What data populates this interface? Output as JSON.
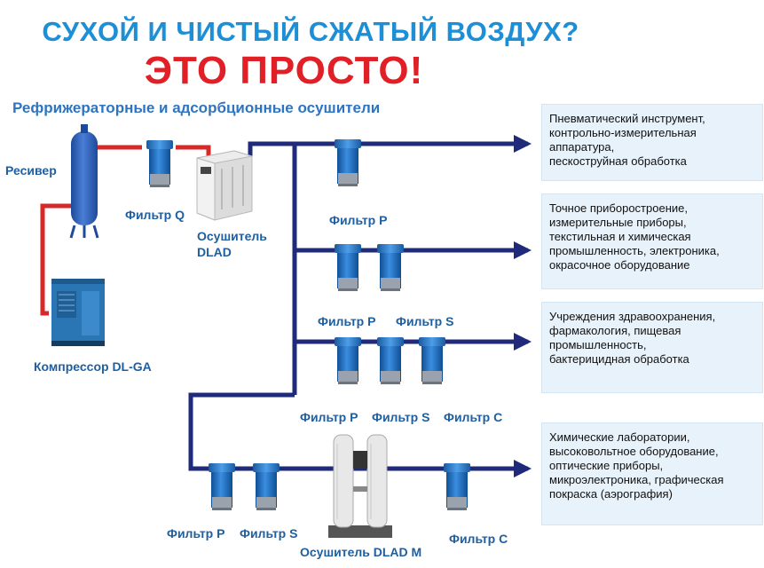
{
  "header": {
    "title_main": "СУХОЙ И ЧИСТЫЙ СЖАТЫЙ ВОЗДУХ?",
    "title_accent": "ЭТО ПРОСТО!",
    "subtitle": "Рефрижераторные и адсорбционные осушители"
  },
  "equipment": {
    "receiver": "Ресивер",
    "compressor": "Компрессор DL-GA",
    "filter_q": "Фильтр Q",
    "dryer_dlad_line1": "Осушитель",
    "dryer_dlad_line2": "DLAD",
    "dryer_dladm": "Осушитель  DLAD M"
  },
  "branch1": {
    "filters": [
      "Фильтр P"
    ]
  },
  "branch2": {
    "filters": [
      "Фильтр P",
      "Фильтр S"
    ]
  },
  "branch3": {
    "filters": [
      "Фильтр P",
      "Фильтр S",
      "Фильтр C"
    ]
  },
  "branch4": {
    "filters": [
      "Фильтр P",
      "Фильтр S",
      "Фильтр C"
    ]
  },
  "applications": [
    {
      "lines": [
        "Пневматический инструмент,",
        "контрольно-измерительная",
        "аппаратура,",
        "пескоструйная обработка"
      ]
    },
    {
      "lines": [
        "Точное приборостроение,",
        "измерительные приборы,",
        "текстильная и химическая",
        "промышленность, электроника,",
        "окрасочное оборудование"
      ]
    },
    {
      "lines": [
        "Учреждения здравоохранения,",
        "фармакология, пищевая",
        "промышленность,",
        "бактерицидная обработка"
      ]
    },
    {
      "lines": [
        "Химические лаборатории,",
        "высоковольтное оборудование,",
        "оптические приборы,",
        "микроэлектроника, графическая",
        "покраска (аэрография)"
      ]
    }
  ],
  "colors": {
    "hot_pipe": "#d42a2a",
    "clean_pipe": "#1f2a7a",
    "filter_blue": "#1f6fc0",
    "title_blue": "#1d8fd6",
    "title_red": "#e01f26"
  }
}
